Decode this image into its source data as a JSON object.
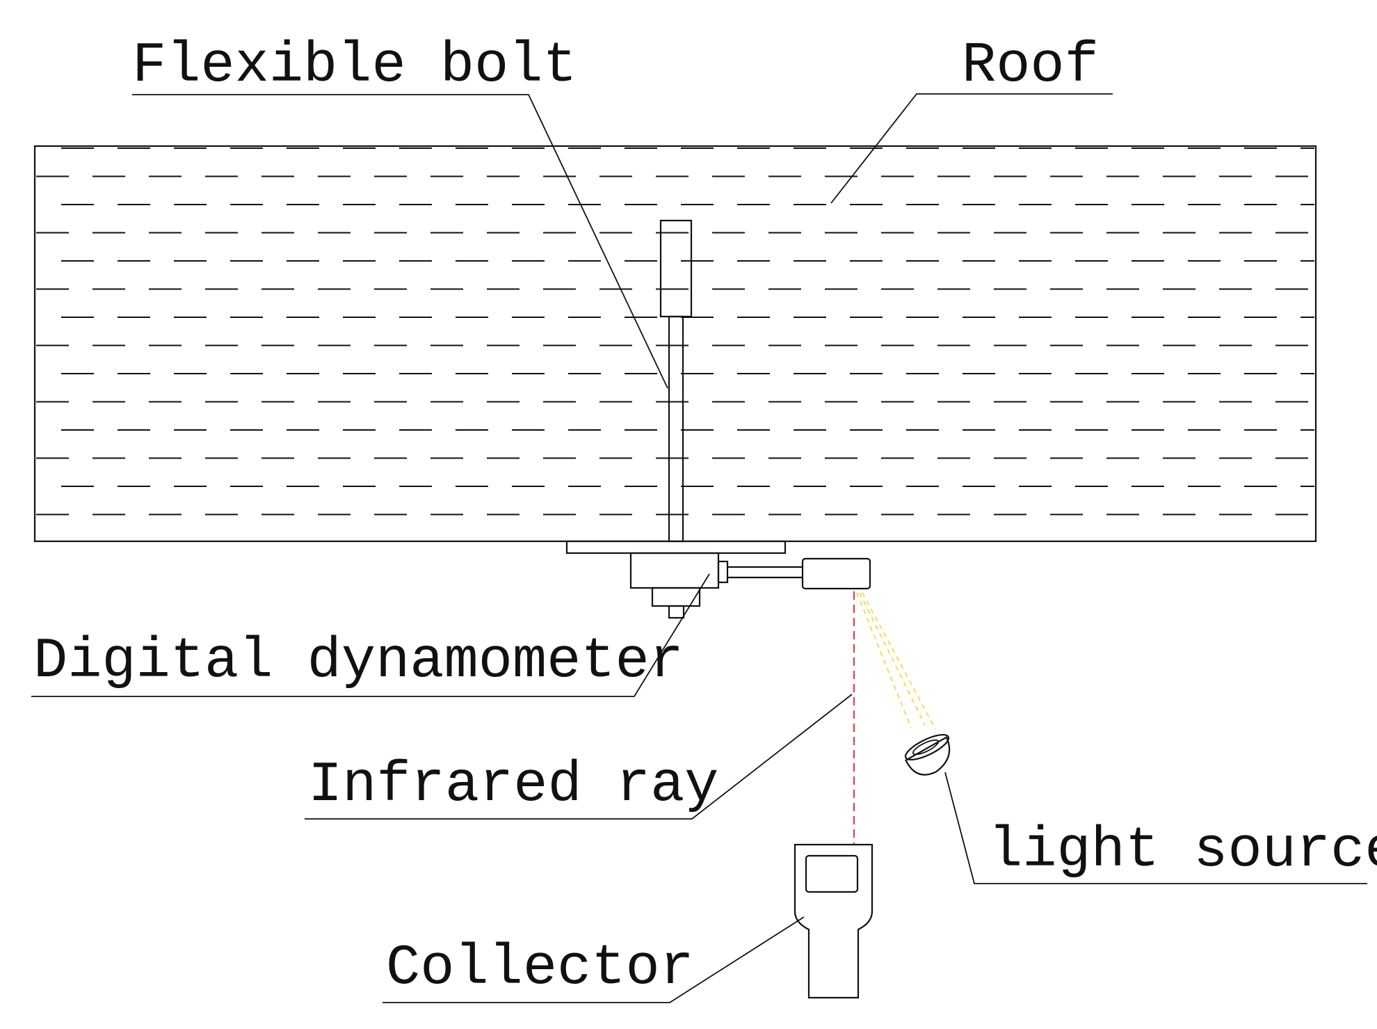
{
  "labels": {
    "flexible_bolt": "Flexible bolt",
    "roof": "Roof",
    "digital_dynamometer": "Digital dynamometer",
    "infrared_ray": "Infrared ray",
    "light_source": "light source",
    "collector": "Collector"
  },
  "colors": {
    "line": "#111111",
    "infrared_ray": "#e8333a",
    "light_beam": "#f2d84a"
  }
}
